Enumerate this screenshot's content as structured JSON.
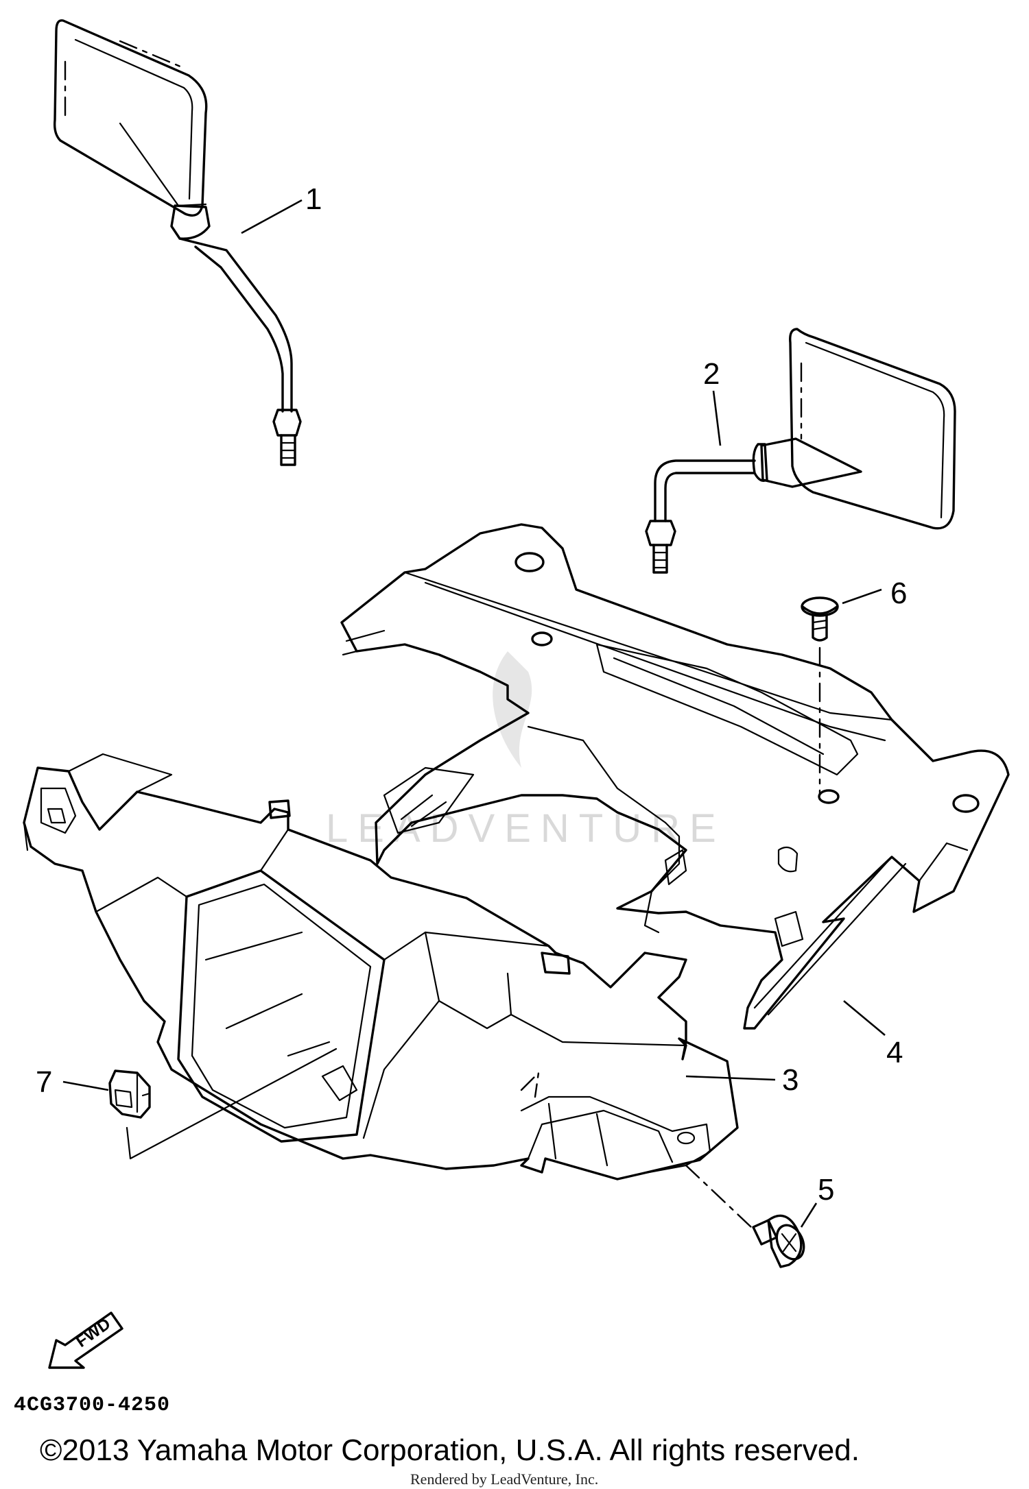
{
  "diagram": {
    "callouts": [
      {
        "id": "1",
        "label": "1"
      },
      {
        "id": "2",
        "label": "2"
      },
      {
        "id": "3",
        "label": "3"
      },
      {
        "id": "4",
        "label": "4"
      },
      {
        "id": "5",
        "label": "5"
      },
      {
        "id": "6",
        "label": "6"
      },
      {
        "id": "7",
        "label": "7"
      }
    ],
    "fwd_label": "FWD",
    "diagram_code": "4CG3700-4250",
    "watermark": "LEADVENTURE",
    "copyright": "©2013 Yamaha Motor Corporation, U.S.A. All rights reserved.",
    "rendered_by": "Rendered by LeadVenture, Inc."
  }
}
